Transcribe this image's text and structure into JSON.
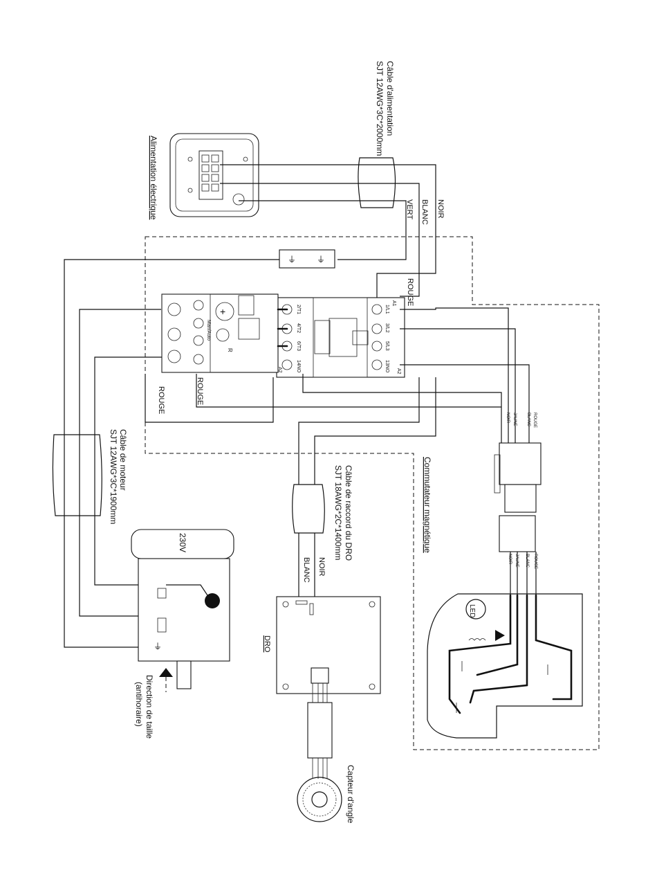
{
  "labels": {
    "power_supply": "Alimentation électrique",
    "power_cable_name": "Câble d'alimentation",
    "power_cable_spec": "SJT 12AWG*3C*2000mm",
    "wire_noir": "NOIR",
    "wire_blanc": "BLANC",
    "wire_vert": "VERT",
    "wire_rouge_contactor": "ROUGE",
    "wire_rouge_relay_a": "ROUGE",
    "wire_rouge_relay_b": "ROUGE",
    "motor_cable_name": "Câble de moteur",
    "motor_cable_spec": "SJT 12AWG*3C*1900mm",
    "motor_voltage": "230V",
    "cut_direction": "Direction de taille",
    "cut_direction_sub": "(antihoraire)",
    "dro_cable_name": "Câble de raccord du DRO",
    "dro_cable_spec": "SJT 18AWG*2C*1400mm",
    "dro_wire_noir": "NOIR",
    "dro_wire_blanc": "BLANC",
    "dro": "DRO",
    "angle_sensor": "Capteur d'angle",
    "magnetic_switch": "Commutateur magnétique",
    "led": "LED",
    "plug_wires_top": [
      "ROUGE",
      "BLANC",
      "JAUNE",
      "NOIR"
    ],
    "plug_wires_bottom": [
      "ROUGE",
      "BLANC",
      "JAUNE",
      "NOIR"
    ],
    "contactor_top_terminals": [
      "A1",
      "1/L1",
      "3/L2",
      "5/L3",
      "13NO",
      "A2"
    ],
    "contactor_bottom_terminals": [
      "2/T1",
      "4/T2",
      "6/T3",
      "14NO",
      "A2"
    ],
    "relay_mode": "Man/Auto",
    "relay_reset": "R"
  }
}
